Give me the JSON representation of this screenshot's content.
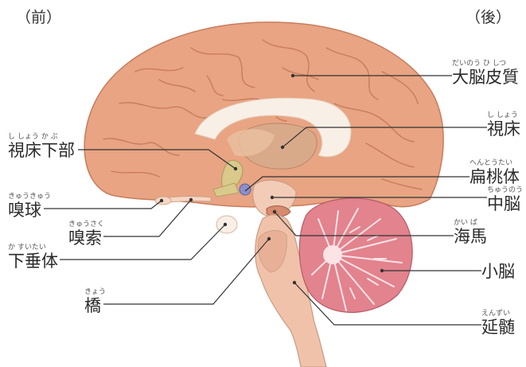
{
  "orientation": {
    "front": "（前）",
    "back": "（後）"
  },
  "labels": {
    "cerebral_cortex": {
      "text": "大脳皮質",
      "reading": "だいのう ひ しつ"
    },
    "thalamus": {
      "text": "視床",
      "reading": "し しょう"
    },
    "amygdala": {
      "text": "扁桃体",
      "reading": "へんとうたい"
    },
    "midbrain": {
      "text": "中脳",
      "reading": "ちゅうのう"
    },
    "hippocampus": {
      "text": "海馬",
      "reading": "かい ば"
    },
    "cerebellum": {
      "text": "小脳",
      "reading": ""
    },
    "medulla": {
      "text": "延髄",
      "reading": "えんずい"
    },
    "hypothalamus": {
      "text": "視床下部",
      "reading": "し しょう か ぶ"
    },
    "olfactory_bulb": {
      "text": "嗅球",
      "reading": "きゅうきゅう"
    },
    "olfactory_tract": {
      "text": "嗅索",
      "reading": "きゅうさく"
    },
    "pituitary": {
      "text": "下垂体",
      "reading": "か すいたい"
    },
    "pons": {
      "text": "橋",
      "reading": "きょう"
    }
  },
  "colors": {
    "cortex": "#e8a483",
    "cortex_dark": "#c97c5c",
    "white_matter": "#f8efe6",
    "cerebellum": "#e2838e",
    "brainstem": "#f0c2aa",
    "hypothalamus": "#d9c98a",
    "thalamus": "#d9aa8a"
  }
}
